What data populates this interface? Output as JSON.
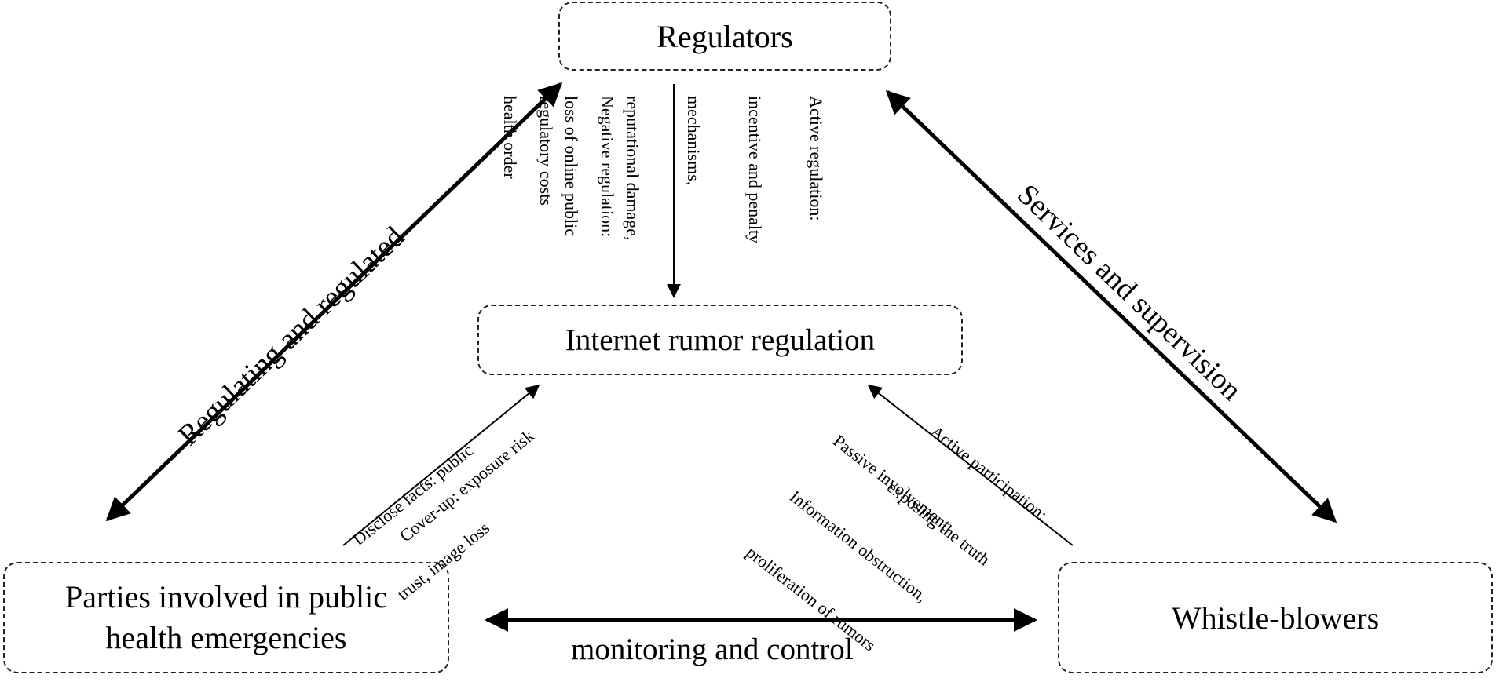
{
  "nodes": {
    "regulators": "Regulators",
    "internet_rumor_regulation": "Internet rumor regulation",
    "parties": [
      "Parties involved in public",
      "health emergencies"
    ],
    "whistle_blowers": "Whistle-blowers"
  },
  "edges": {
    "left_side": "Regulating and regulated",
    "right_side": "Services and supervision",
    "bottom": "monitoring and control"
  },
  "annotations": {
    "negative_regulation": [
      "Negative regulation:",
      "regulatory costs"
    ],
    "active_regulation": [
      "Active regulation:",
      "incentive and penalty",
      "mechanisms,",
      "reputational damage,",
      "loss of online public",
      "health order"
    ],
    "disclose_facts": [
      "Disclose facts: public",
      "trust, image loss"
    ],
    "cover_up": "Cover-up: exposure risk",
    "active_participation": [
      "Active participation:",
      "exposing the truth"
    ],
    "passive_involvement": [
      "Passive involvement:",
      "Information obstruction,",
      "proliferation of rumors"
    ]
  }
}
